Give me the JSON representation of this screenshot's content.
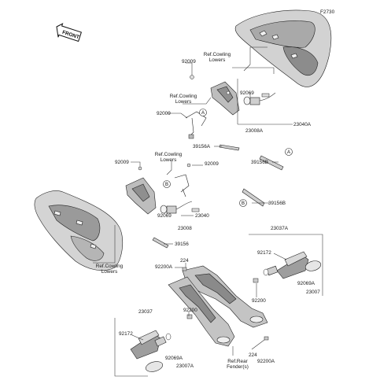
{
  "figure_code": "F2730",
  "front_badge": "FRONT",
  "callouts": {
    "a": "A",
    "b": "B"
  },
  "labels": {
    "ref_cowling_top_1": "Ref.Cowling",
    "ref_cowling_top_2": "Lowers",
    "ref_cowling_mid_1": "Ref.Cowling",
    "ref_cowling_mid_2": "Lowers",
    "ref_cowling_left_1": "Ref.Cowling",
    "ref_cowling_left_2": "Lowers",
    "ref_cowling_bottom_1": "Ref.Cowling",
    "ref_cowling_bottom_2": "Lowers",
    "ref_rear_fender_1": "Ref.Rear",
    "ref_rear_fender_2": "Fender(s)",
    "p92009_a": "92009",
    "p92009_b": "92009",
    "p92009_c": "92009",
    "p92009_d": "92009",
    "p92069_a": "92069",
    "p92069_b": "92069",
    "p23008a": "23008A",
    "p23040a": "23040A",
    "p39156a": "39156A",
    "p39156b_1": "39156B",
    "p39156b_2": "39156B",
    "p23040": "23040",
    "p23008": "23008",
    "p39156": "39156",
    "p23037a": "23037A",
    "p92172_r": "92172",
    "p92069a_r": "92069A",
    "p23007": "23007",
    "p224_top": "224",
    "p92200a_top": "92200A",
    "p92200_r": "92200",
    "p92200_mid": "92200",
    "p23037": "23037",
    "p92172_l": "92172",
    "p92069a_l": "92069A",
    "p23007a": "23007A",
    "p224_bot": "224",
    "p92200a_bot": "92200A"
  }
}
